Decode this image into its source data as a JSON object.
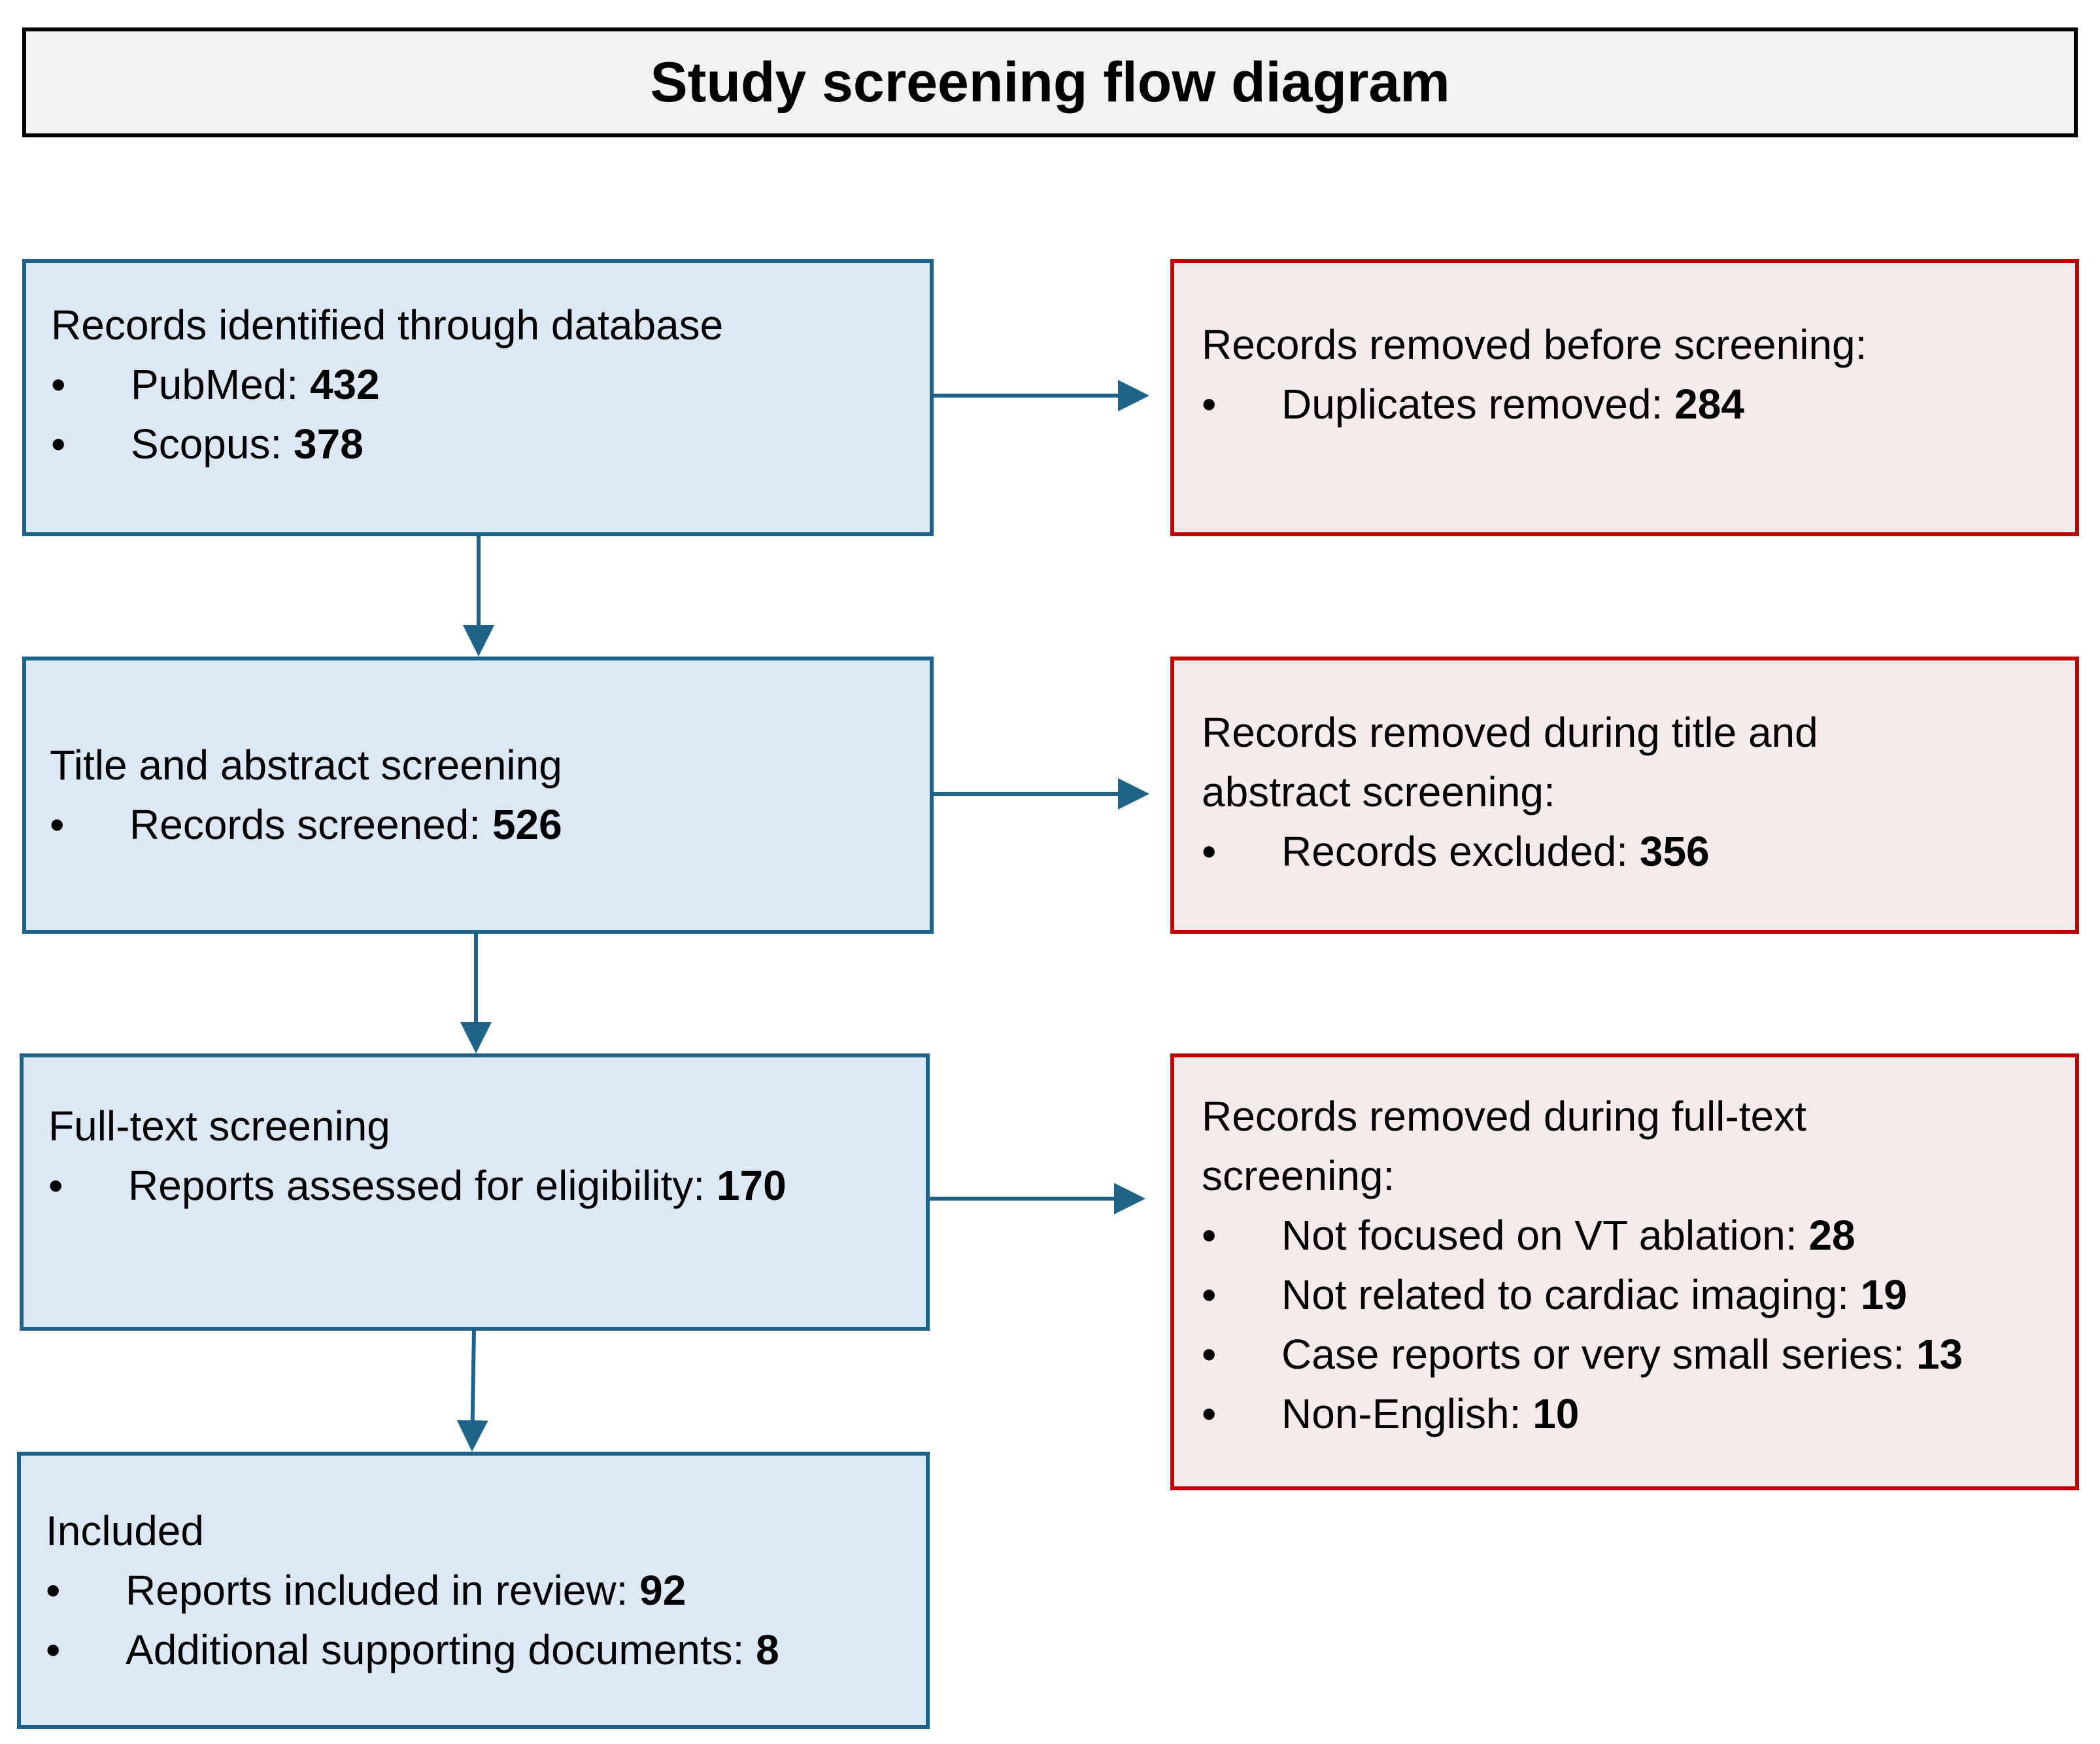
{
  "title": "Study screening flow diagram",
  "colors": {
    "blue_border": "#1f6488",
    "blue_fill": "#dce9f5",
    "red_border": "#c00000",
    "red_fill": "#f7eaea",
    "arrow": "#1f6488"
  },
  "left_boxes": [
    {
      "heading": "Records identified through database",
      "items": [
        {
          "label": "PubMed: ",
          "value": "432"
        },
        {
          "label": "Scopus: ",
          "value": "378"
        }
      ]
    },
    {
      "heading": "Title and abstract screening",
      "items": [
        {
          "label": "Records screened: ",
          "value": "526"
        }
      ]
    },
    {
      "heading": "Full-text screening",
      "items": [
        {
          "label": "Reports assessed for eligibility: ",
          "value": "170"
        }
      ]
    },
    {
      "heading": "Included",
      "items": [
        {
          "label": "Reports included in review: ",
          "value": "92"
        },
        {
          "label": "Additional supporting documents: ",
          "value": "8"
        }
      ]
    }
  ],
  "right_boxes": [
    {
      "heading_lines": [
        "Records removed before screening:"
      ],
      "items": [
        {
          "label": "Duplicates removed: ",
          "value": "284"
        }
      ]
    },
    {
      "heading_lines": [
        "Records removed during title and",
        "abstract screening:"
      ],
      "items": [
        {
          "label": "Records excluded: ",
          "value": "356"
        }
      ]
    },
    {
      "heading_lines": [
        "Records removed during full-text",
        "screening:"
      ],
      "items": [
        {
          "label": "Not focused on VT ablation: ",
          "value": "28"
        },
        {
          "label": "Not related to cardiac imaging: ",
          "value": "19"
        },
        {
          "label": "Case reports or very small series: ",
          "value": "13"
        },
        {
          "label": "Non-English: ",
          "value": "10"
        }
      ]
    }
  ],
  "bullet_char": "•"
}
